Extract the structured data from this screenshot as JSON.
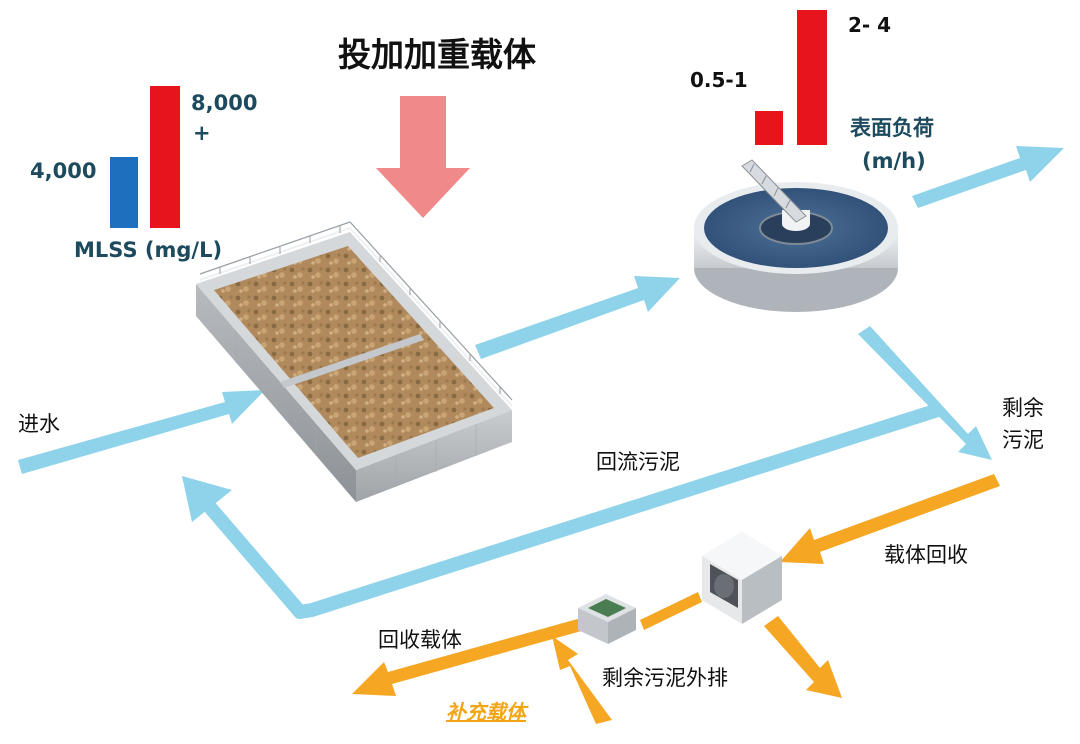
{
  "title": "投加加重载体",
  "mlss": {
    "label": "MLSS (mg/L)",
    "low_label": "4,000",
    "high_label": "8,000",
    "high_suffix": "+",
    "low_value": 4000,
    "high_value": 8000,
    "low_color": "#1f6fbf",
    "high_color": "#e8141b"
  },
  "surface_load": {
    "label": "表面负荷",
    "unit": "(m/h)",
    "low_label": "0.5-1",
    "high_label": "2- 4",
    "color": "#e8141b"
  },
  "flow_labels": {
    "inlet": "进水",
    "return_sludge": "回流污泥",
    "excess_sludge_line1": "剩余",
    "excess_sludge_line2": "污泥",
    "carrier_recovery": "载体回收",
    "recovered_carrier": "回收载体",
    "excess_sludge_discharge": "剩余污泥外排",
    "supplement_carrier": "补充载体"
  },
  "colors": {
    "water_flow": "#8fd3ea",
    "carrier_flow": "#f5a623",
    "dosing_arrow": "#f08a8a",
    "label_teal": "#1e4a5e"
  },
  "icons": [
    "aeration-tank-icon",
    "clarifier-icon",
    "drum-separator-icon",
    "dosing-box-icon"
  ]
}
